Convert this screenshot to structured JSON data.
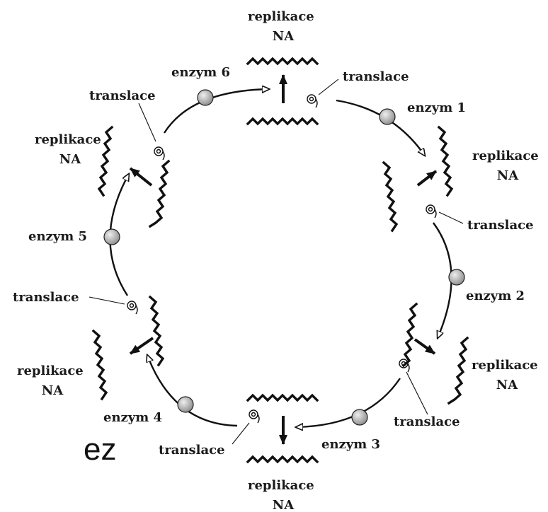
{
  "labels": {
    "replication_line1": "replikace",
    "replication_line2": "NA",
    "translation": "translace",
    "enzyme_1": "enzym 1",
    "enzyme_2": "enzym 2",
    "enzyme_3": "enzym 3",
    "enzyme_4": "enzym 4",
    "enzyme_5": "enzym 5",
    "enzyme_6": "enzym 6"
  },
  "fragment_text": "ez",
  "colors": {
    "enzyme_fill_light": "#eeeeee",
    "enzyme_fill_dark": "#8a8a8a",
    "stroke": "#111111"
  }
}
